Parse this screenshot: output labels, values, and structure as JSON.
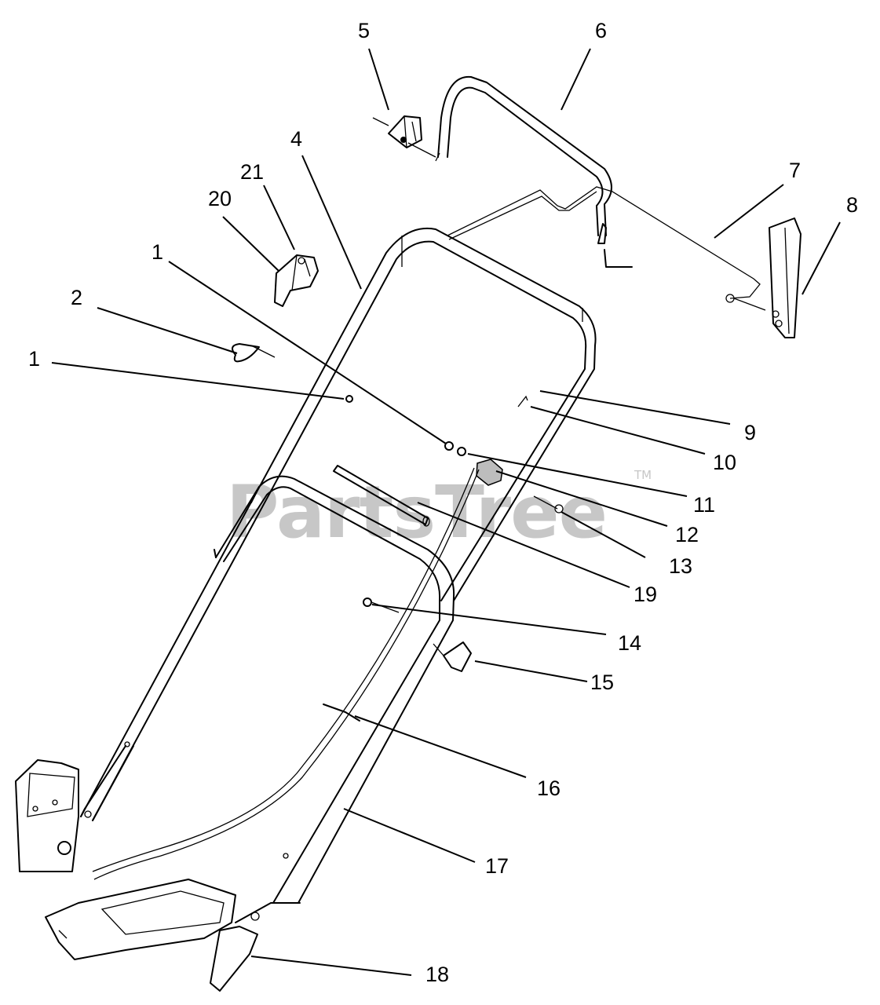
{
  "watermark": {
    "text": "PartsTree",
    "trademark": "TM"
  },
  "callouts": [
    {
      "id": "c1a",
      "label": "1"
    },
    {
      "id": "c1b",
      "label": "1"
    },
    {
      "id": "c2",
      "label": "2"
    },
    {
      "id": "c4",
      "label": "4"
    },
    {
      "id": "c5",
      "label": "5"
    },
    {
      "id": "c6",
      "label": "6"
    },
    {
      "id": "c7",
      "label": "7"
    },
    {
      "id": "c8",
      "label": "8"
    },
    {
      "id": "c9",
      "label": "9"
    },
    {
      "id": "c10",
      "label": "10"
    },
    {
      "id": "c11",
      "label": "11"
    },
    {
      "id": "c12",
      "label": "12"
    },
    {
      "id": "c13",
      "label": "13"
    },
    {
      "id": "c14",
      "label": "14"
    },
    {
      "id": "c15",
      "label": "15"
    },
    {
      "id": "c16",
      "label": "16"
    },
    {
      "id": "c17",
      "label": "17"
    },
    {
      "id": "c18",
      "label": "18"
    },
    {
      "id": "c19",
      "label": "19"
    },
    {
      "id": "c20",
      "label": "20"
    },
    {
      "id": "c21",
      "label": "21"
    }
  ]
}
